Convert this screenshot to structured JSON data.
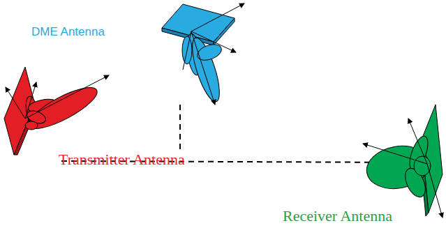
{
  "diagram": {
    "labels": [
      "DME Antenna",
      "Transmitter Antenna",
      "Receiver Antenna"
    ]
  }
}
